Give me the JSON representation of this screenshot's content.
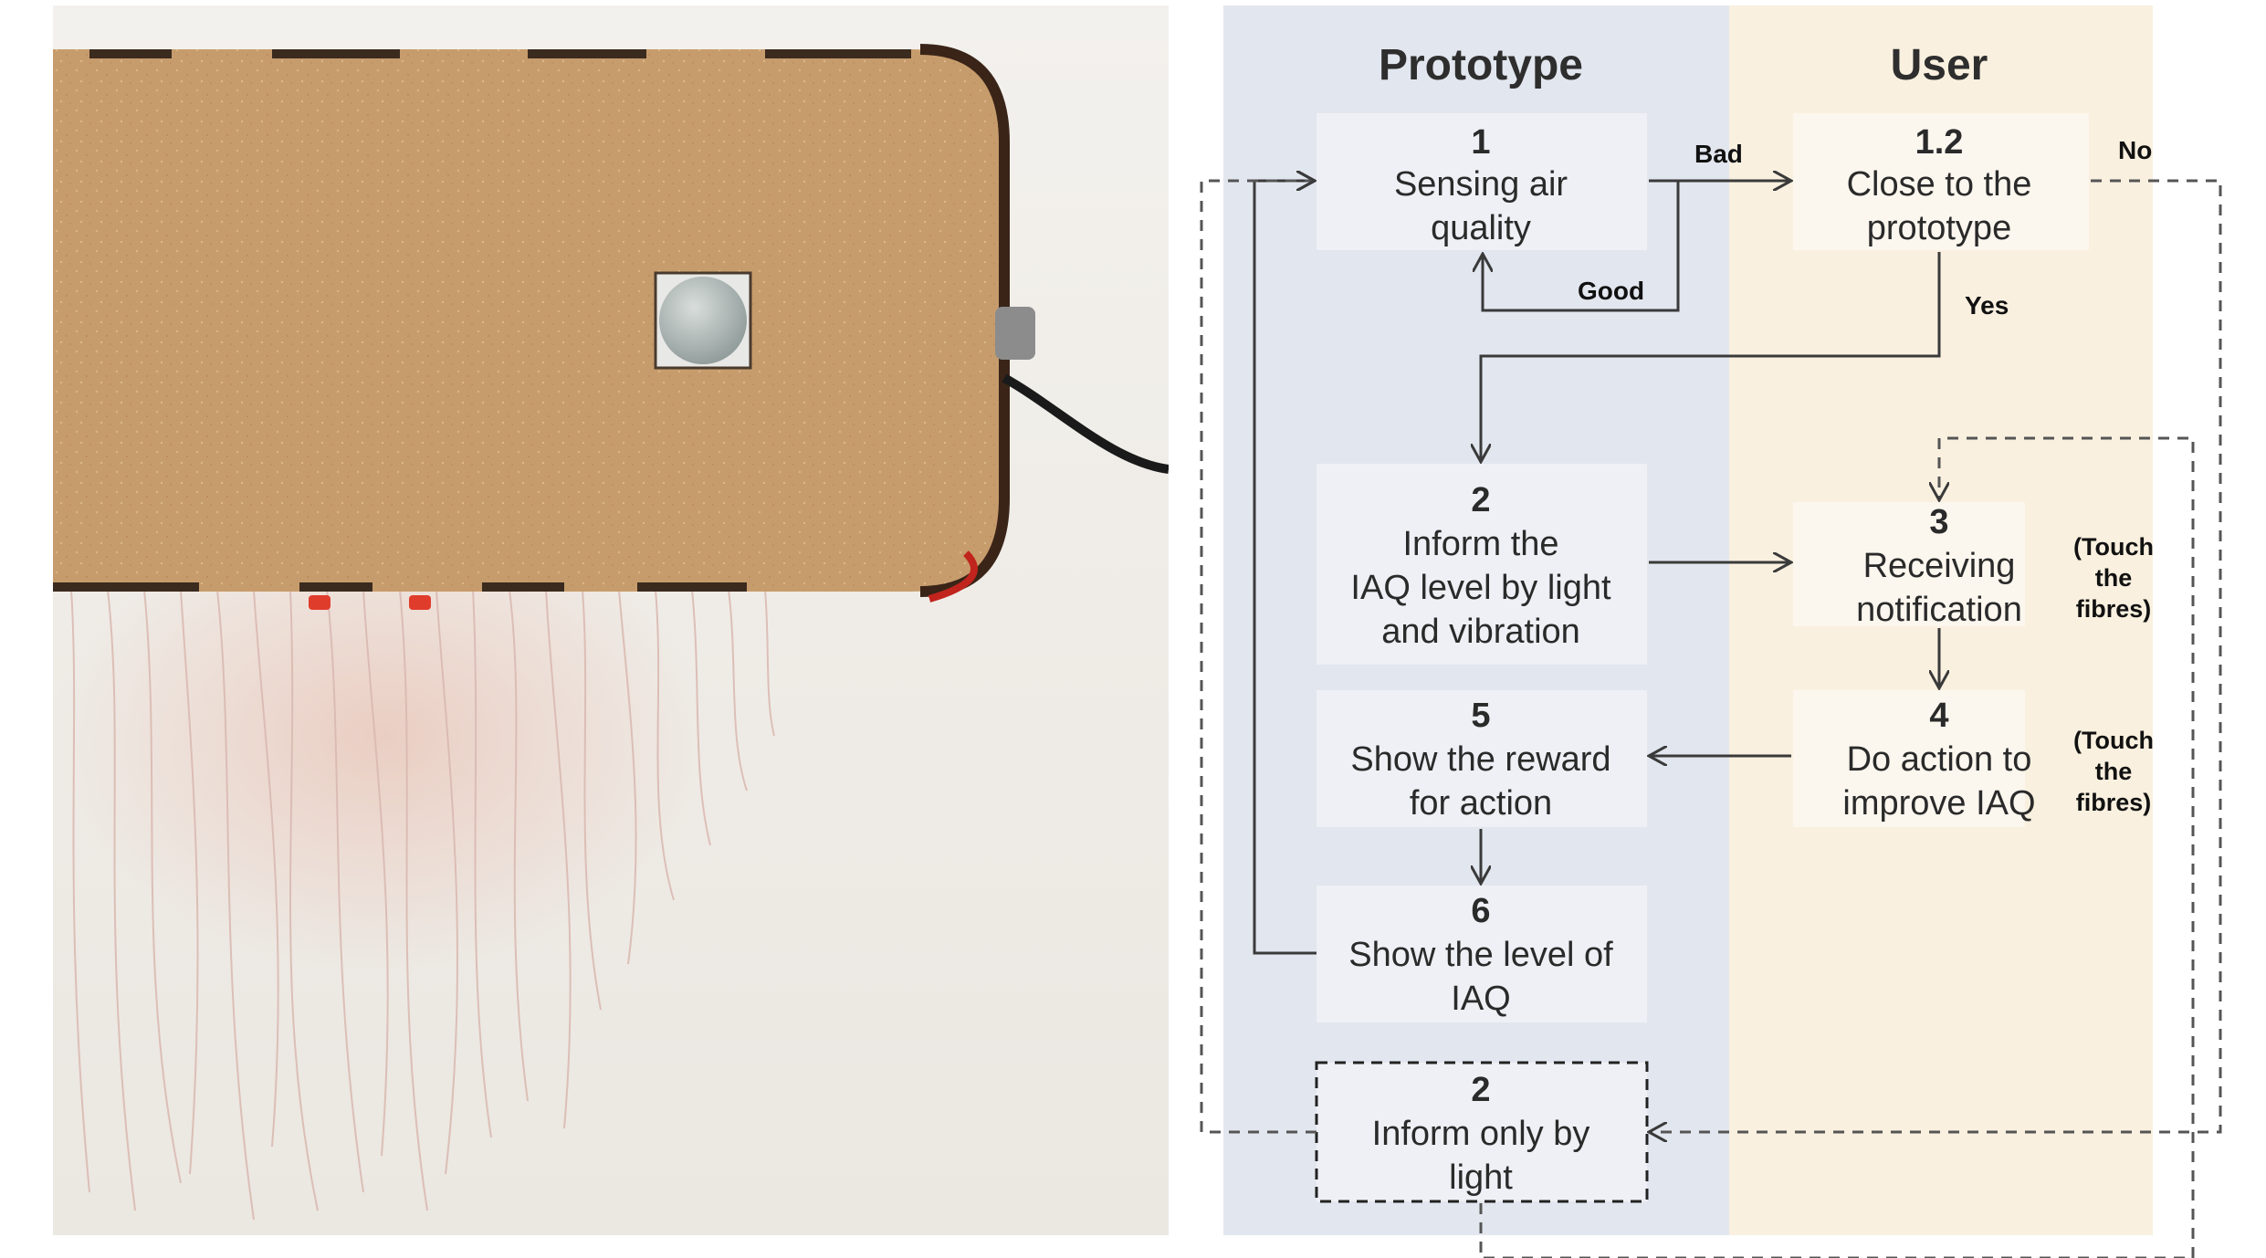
{
  "lanes": {
    "prototype": "Prototype",
    "user": "User"
  },
  "nodes": {
    "n1": {
      "num": "1",
      "lines": [
        "Sensing air",
        "quality"
      ]
    },
    "n12": {
      "num": "1.2",
      "lines": [
        "Close to the",
        "prototype"
      ]
    },
    "n2": {
      "num": "2",
      "lines": [
        "Inform the",
        "IAQ level by light",
        "and vibration"
      ]
    },
    "n3": {
      "num": "3",
      "lines": [
        "Receiving",
        "notification"
      ]
    },
    "n4": {
      "num": "4",
      "lines": [
        "Do action to",
        "improve IAQ"
      ]
    },
    "n5": {
      "num": "5",
      "lines": [
        "Show the reward",
        "for action"
      ]
    },
    "n6": {
      "num": "6",
      "lines": [
        "Show the level of",
        "IAQ"
      ]
    },
    "n2b": {
      "num": "2",
      "lines": [
        "Inform only by",
        "light"
      ]
    }
  },
  "edges": {
    "bad": "Bad",
    "good": "Good",
    "no": "No",
    "yes": "Yes"
  },
  "notes": {
    "touch3": [
      "(Touch",
      "the",
      "fibres)"
    ],
    "touch4": [
      "(Touch",
      "the",
      "fibres)"
    ]
  },
  "colors": {
    "prototype_lane": "#e2e6ee",
    "user_lane": "#f9f0df",
    "box_prototype": "#eef0f5",
    "box_user": "#fbf6ee",
    "arrow": "#3a3a3a",
    "wood": "#c49a6a"
  }
}
